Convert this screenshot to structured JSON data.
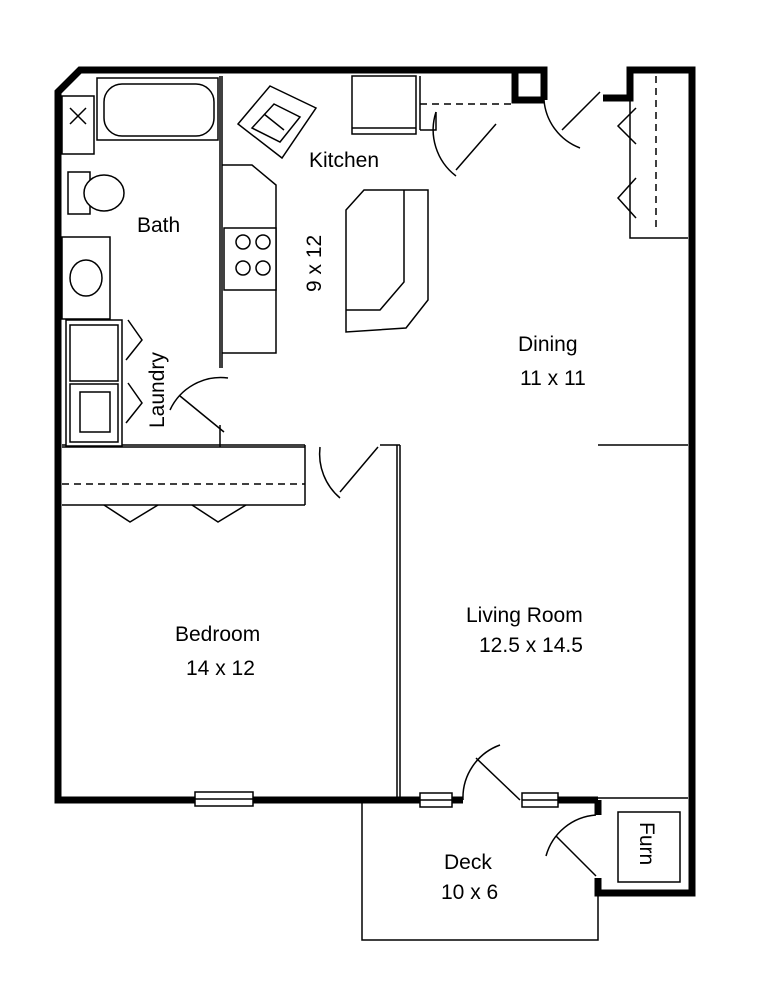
{
  "rooms": {
    "bath": {
      "name": "Bath"
    },
    "kitchen": {
      "name": "Kitchen",
      "size": "9 x 12"
    },
    "laundry": {
      "name": "Laundry"
    },
    "dining": {
      "name": "Dining",
      "size": "11 x 11"
    },
    "bedroom": {
      "name": "Bedroom",
      "size": "14 x 12"
    },
    "living_room": {
      "name": "Living Room",
      "size": "12.5 x 14.5"
    },
    "deck": {
      "name": "Deck",
      "size": "10 x 6"
    },
    "furnace": {
      "name": "Furn"
    }
  },
  "colors": {
    "wall": "#000000",
    "background": "#ffffff"
  }
}
